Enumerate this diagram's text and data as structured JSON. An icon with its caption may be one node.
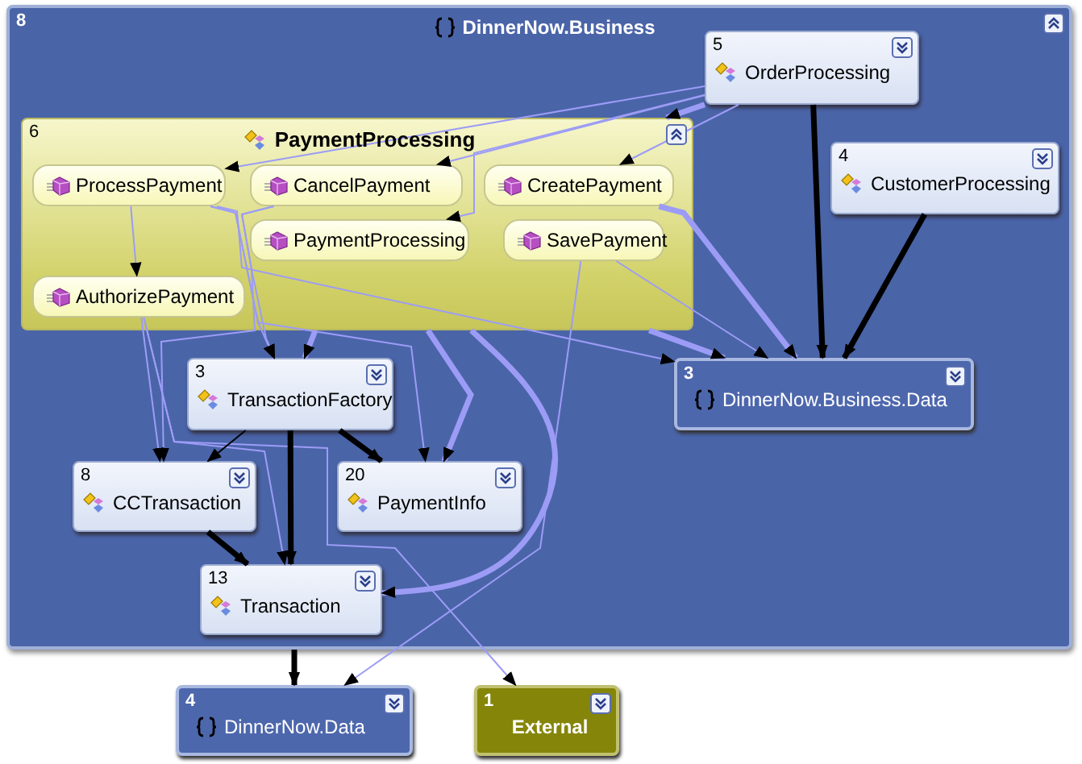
{
  "diagram": {
    "nodes": [
      {
        "text": [
          "8",
          "DinnerNow.Business"
        ]
      },
      {
        "text": [
          "5",
          "OrderProcessing"
        ],
        "in": 0
      },
      {
        "text": [
          "6",
          "PaymentProcessing"
        ],
        "in": 0
      },
      {
        "text": [
          "ProcessPayment"
        ],
        "in": 2
      },
      {
        "text": [
          "CancelPayment"
        ],
        "in": 2
      },
      {
        "text": [
          "CreatePayment"
        ],
        "in": 2
      },
      {
        "text": [
          "PaymentProcessing"
        ],
        "in": 2
      },
      {
        "text": [
          "SavePayment"
        ],
        "in": 2
      },
      {
        "text": [
          "AuthorizePayment"
        ],
        "in": 2
      },
      {
        "text": [
          "4",
          "CustomerProcessing"
        ],
        "in": 0
      },
      {
        "text": [
          "3",
          "TransactionFactory"
        ],
        "in": 0
      },
      {
        "text": [
          "3",
          "DinnerNow.Business.Data"
        ],
        "in": 0
      },
      {
        "text": [
          "8",
          "CCTransaction"
        ],
        "in": 0
      },
      {
        "text": [
          "20",
          "PaymentInfo"
        ],
        "in": 0
      },
      {
        "text": [
          "13",
          "Transaction"
        ],
        "in": 0
      },
      {
        "text": [
          "4",
          "DinnerNow.Data"
        ]
      },
      {
        "text": [
          "1",
          "External"
        ]
      }
    ],
    "edges": [
      {
        "from": 1,
        "to": 2,
        "arrow": "to",
        "style": "thick"
      },
      {
        "from": 1,
        "to": 3,
        "arrow": "to"
      },
      {
        "from": 1,
        "to": 4,
        "arrow": "to"
      },
      {
        "from": 1,
        "to": 5,
        "arrow": "to"
      },
      {
        "from": 1,
        "to": 6,
        "arrow": "to"
      },
      {
        "from": 1,
        "to": 11,
        "arrow": "to",
        "style": "thick",
        "color": "#000000"
      },
      {
        "from": 9,
        "to": 11,
        "arrow": "to",
        "style": "thick",
        "color": "#000000"
      },
      {
        "from": 3,
        "to": 8,
        "arrow": "to"
      },
      {
        "from": 3,
        "to": 11,
        "arrow": "to"
      },
      {
        "from": 3,
        "to": 10,
        "arrow": "to"
      },
      {
        "from": 3,
        "to": 13,
        "arrow": "to"
      },
      {
        "from": 4,
        "to": 10,
        "arrow": "to"
      },
      {
        "from": 4,
        "to": 12,
        "arrow": "to"
      },
      {
        "from": 8,
        "to": 12,
        "arrow": "to"
      },
      {
        "from": 8,
        "to": 14,
        "arrow": "to"
      },
      {
        "from": 8,
        "to": 16,
        "arrow": "to"
      },
      {
        "from": 2,
        "to": 10,
        "arrow": "to",
        "style": "thick"
      },
      {
        "from": 2,
        "to": 13,
        "arrow": "to",
        "style": "thick"
      },
      {
        "from": 2,
        "to": 14,
        "arrow": "to",
        "style": "thick"
      },
      {
        "from": 5,
        "to": 11,
        "arrow": "to",
        "style": "thick"
      },
      {
        "from": 2,
        "to": 11,
        "arrow": "to",
        "style": "thick"
      },
      {
        "from": 7,
        "to": 11,
        "arrow": "to"
      },
      {
        "from": 7,
        "to": 15,
        "arrow": "to"
      },
      {
        "from": 10,
        "to": 12,
        "arrow": "to",
        "color": "#000000"
      },
      {
        "from": 10,
        "to": 14,
        "arrow": "to",
        "style": "thick",
        "color": "#000000"
      },
      {
        "from": 10,
        "to": 13,
        "arrow": "to",
        "style": "thick",
        "color": "#000000"
      },
      {
        "from": 12,
        "to": 14,
        "arrow": "to",
        "style": "thick",
        "color": "#000000"
      },
      {
        "from": 0,
        "to": 15,
        "arrow": "to",
        "style": "thick",
        "color": "#000000"
      }
    ]
  }
}
